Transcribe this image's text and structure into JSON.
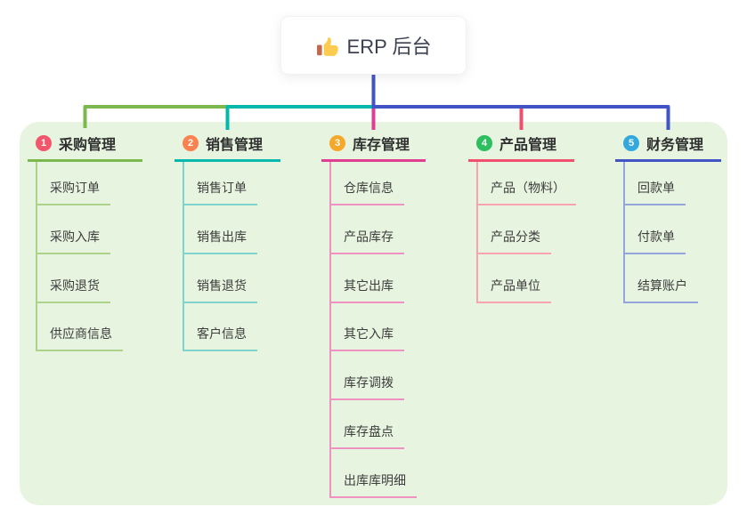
{
  "root": {
    "label": "ERP 后台",
    "icon": "thumbs-up-icon"
  },
  "canvas": {
    "background": "#ffffff",
    "panel_background": "#e7f4e0"
  },
  "connector": {
    "root_line_color": "#4253c4"
  },
  "branches": [
    {
      "index": "1",
      "label": "采购管理",
      "badge_color": "#f1566c",
      "line_color": "#7cb84e",
      "child_line_color": "#add289",
      "children": [
        "采购订单",
        "采购入库",
        "采购退货",
        "供应商信息"
      ]
    },
    {
      "index": "2",
      "label": "销售管理",
      "badge_color": "#fb8150",
      "line_color": "#04b8ae",
      "child_line_color": "#7fd3cc",
      "children": [
        "销售订单",
        "销售出库",
        "销售退货",
        "客户信息"
      ]
    },
    {
      "index": "3",
      "label": "库存管理",
      "badge_color": "#f6a82b",
      "line_color": "#df3e91",
      "child_line_color": "#ef92c2",
      "children": [
        "仓库信息",
        "产品库存",
        "其它出库",
        "其它入库",
        "库存调拨",
        "库存盘点",
        "出库库明细"
      ]
    },
    {
      "index": "4",
      "label": "产品管理",
      "badge_color": "#2cbe5f",
      "line_color": "#f14f6e",
      "child_line_color": "#f9a3b0",
      "children": [
        "产品（物料）",
        "产品分类",
        "产品单位"
      ]
    },
    {
      "index": "5",
      "label": "财务管理",
      "badge_color": "#33a8dd",
      "line_color": "#4253c4",
      "child_line_color": "#94a5db",
      "children": [
        "回款单",
        "付款单",
        "结算账户"
      ]
    }
  ]
}
